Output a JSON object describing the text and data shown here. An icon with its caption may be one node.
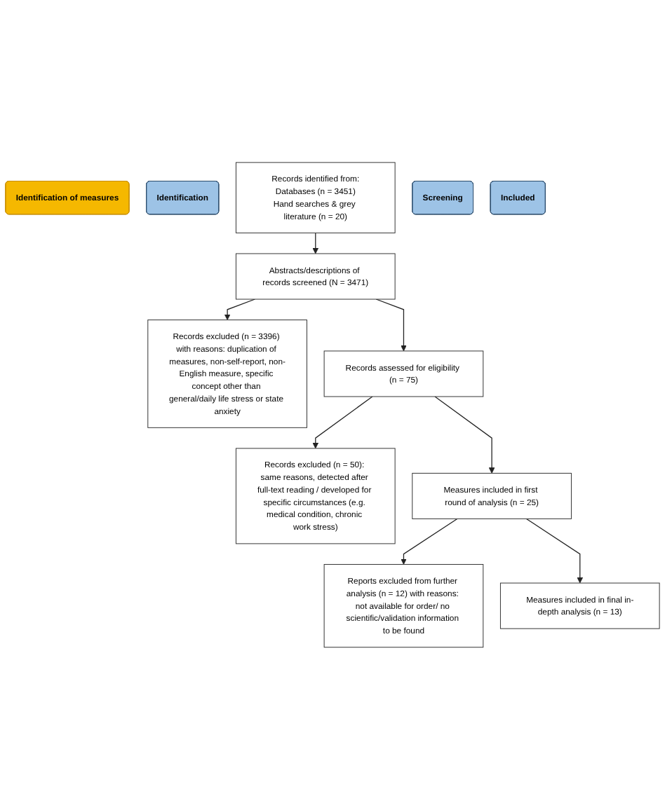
{
  "diagram": {
    "nodes": [
      {
        "text": [
          "Identification of measures"
        ]
      },
      {
        "text": [
          "Identification"
        ]
      },
      {
        "text": [
          "Records identified from:",
          "Databases (n = 3451)",
          "Hand searches & grey literature (n = 20)"
        ]
      },
      {
        "text": [
          "Screening"
        ]
      },
      {
        "text": [
          "Abstracts/descriptions of records screened (N = 3471)"
        ]
      },
      {
        "text": [
          "Records excluded (n = 3396) with reasons: duplication of measures, non-self-report, non-English measure, specific concept other than general/daily life stress or state anxiety"
        ]
      },
      {
        "text": [
          "Records assessed for eligibility (n = 75)"
        ]
      },
      {
        "text": [
          "Records excluded (n = 50): same reasons, detected after full-text reading / developed for specific circumstances (e.g. medical condition, chronic work stress)"
        ]
      },
      {
        "text": [
          "Included"
        ]
      },
      {
        "text": [
          "Measures included in first round of analysis (n = 25)"
        ]
      },
      {
        "text": [
          "Reports excluded from further analysis (n = 12) with reasons: not available for order/ no scientific/validation information to be found"
        ]
      },
      {
        "text": [
          "Measures included in final in-depth analysis (n = 13)"
        ]
      }
    ],
    "edges": [
      {
        "from": 2,
        "to": 4,
        "arrow": "to"
      },
      {
        "from": 4,
        "to": 5,
        "arrow": "to"
      },
      {
        "from": 4,
        "to": 6,
        "arrow": "to"
      },
      {
        "from": 6,
        "to": 7,
        "arrow": "to"
      },
      {
        "from": 6,
        "to": 9,
        "arrow": "to"
      },
      {
        "from": 9,
        "to": 10,
        "arrow": "to"
      },
      {
        "from": 9,
        "to": 11,
        "arrow": "to"
      }
    ]
  }
}
